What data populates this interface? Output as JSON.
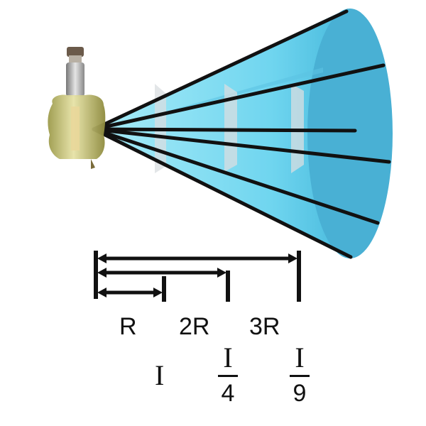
{
  "distance_labels": [
    "R",
    "2R",
    "3R"
  ],
  "intensity_labels": {
    "first": "I",
    "second": {
      "numerator": "I",
      "denominator": "4"
    },
    "third": {
      "numerator": "I",
      "denominator": "9"
    }
  },
  "colors": {
    "beam_light": "#7fdcf3",
    "beam_dark": "#3aa3c7",
    "lines": "#111111",
    "planes": "#d9dde0",
    "bulb_glass": "#c9c47a"
  }
}
